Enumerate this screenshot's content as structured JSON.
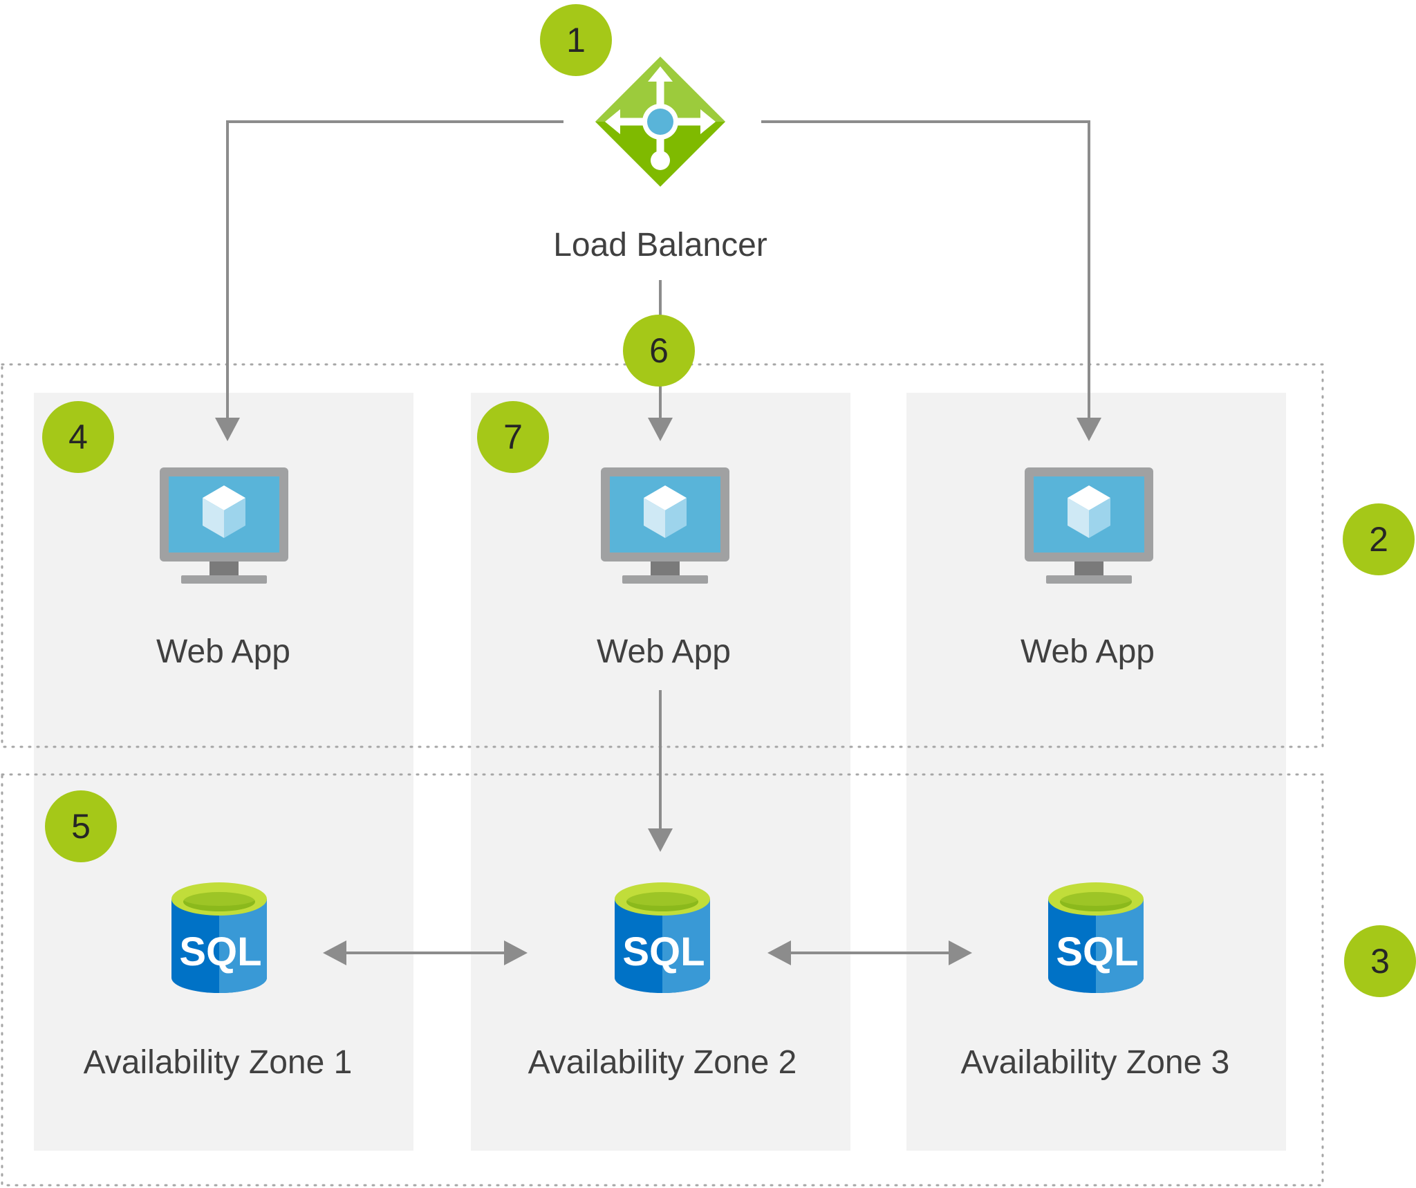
{
  "load_balancer": {
    "label": "Load Balancer",
    "icon": "load-balancer-icon"
  },
  "web_apps": [
    {
      "label": "Web App",
      "icon": "monitor-cube-icon"
    },
    {
      "label": "Web App",
      "icon": "monitor-cube-icon"
    },
    {
      "label": "Web App",
      "icon": "monitor-cube-icon"
    }
  ],
  "databases": [
    {
      "icon_text": "SQL",
      "zone_label": "Availability Zone 1"
    },
    {
      "icon_text": "SQL",
      "zone_label": "Availability Zone 2"
    },
    {
      "icon_text": "SQL",
      "zone_label": "Availability Zone 3"
    }
  ],
  "badges": [
    "1",
    "2",
    "3",
    "4",
    "5",
    "6",
    "7"
  ],
  "colors": {
    "badge": "#a5c818",
    "zone_background": "#f2f2f2",
    "connector": "#8c8c8c",
    "label_text": "#404040",
    "monitor_screen": "#59b4d9",
    "sql_blue": "#0072c6",
    "sql_top": "#b8d432",
    "load_balancer_green": "#7fba00"
  }
}
